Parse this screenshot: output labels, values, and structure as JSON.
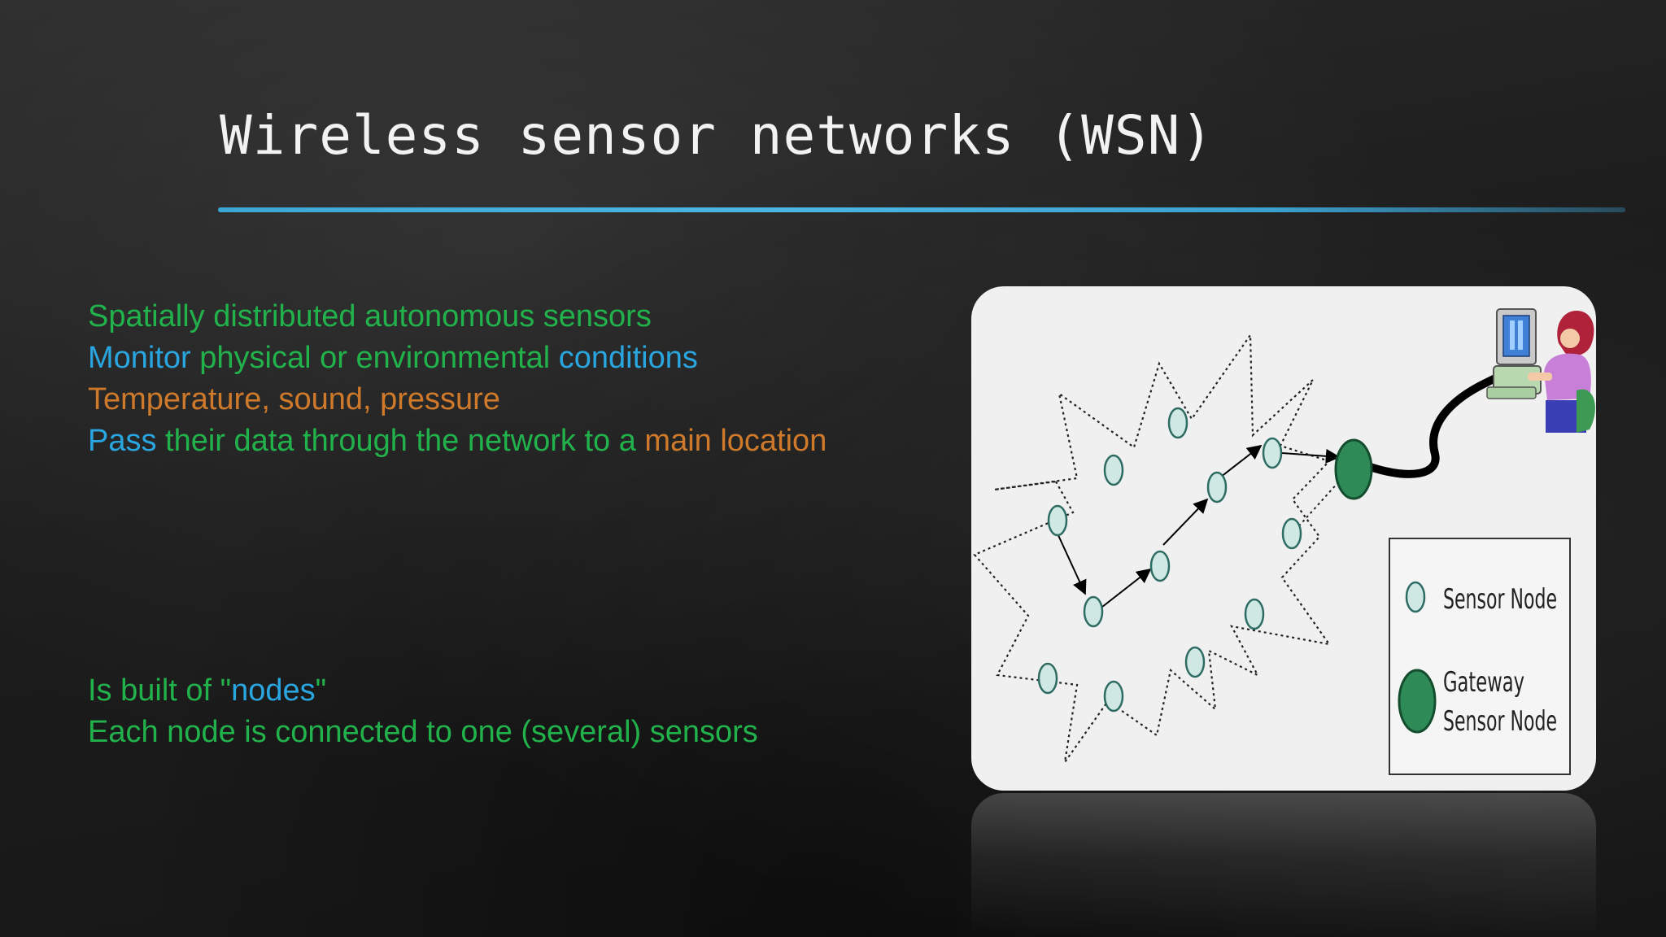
{
  "slide": {
    "title": "Wireless sensor networks (WSN)",
    "bullets_top": [
      [
        {
          "text": "Spatially distributed autonomous sensors",
          "color": "green"
        }
      ],
      [
        {
          "text": "Monitor",
          "color": "blue"
        },
        {
          "text": " physical or environmental ",
          "color": "green"
        },
        {
          "text": "conditions",
          "color": "blue"
        }
      ],
      [
        {
          "text": "Temperature, sound, pressure",
          "color": "orange"
        }
      ],
      [
        {
          "text": "Pass",
          "color": "blue"
        },
        {
          "text": " their data through the network to a ",
          "color": "green"
        },
        {
          "text": "main location",
          "color": "orange"
        }
      ]
    ],
    "bullets_bottom": [
      [
        {
          "text": "Is built of \"",
          "color": "green"
        },
        {
          "text": "nodes",
          "color": "blue"
        },
        {
          "text": "\"",
          "color": "green"
        }
      ],
      [
        {
          "text": "Each node is connected to one (several)  sensors",
          "color": "green"
        }
      ]
    ]
  },
  "diagram": {
    "legend": {
      "sensor_node": "Sensor Node",
      "gateway_line1": "Gateway",
      "gateway_line2": "Sensor Node"
    }
  },
  "colors": {
    "green": "#22b24c",
    "blue": "#29a6e0",
    "orange": "#cf7a2a",
    "accent_rule": "#3aa7d6",
    "sensor_node_fill": "#cfe8e4",
    "gateway_fill": "#2e8b57"
  }
}
